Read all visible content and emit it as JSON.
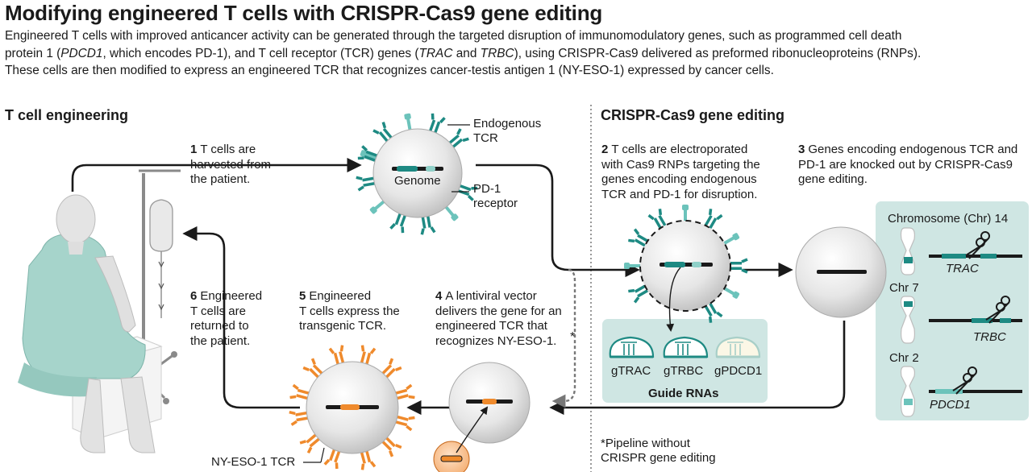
{
  "header": {
    "title": "Modifying engineered T cells with CRISPR-Cas9 gene editing",
    "intro_lines": [
      [
        "Engineered T cells with improved anticancer activity can be generated through the targeted disruption of immunomodulatory genes, such as programmed cell death"
      ],
      [
        "protein 1 (",
        "PDCD1",
        ", which encodes PD-1), and T cell receptor (TCR) genes (",
        "TRAC",
        " and ",
        "TRBC",
        "), using CRISPR-Cas9 delivered as preformed ribonucleoproteins (RNPs)."
      ],
      [
        "These cells are then modified to express an engineered TCR that recognizes cancer-testis antigen 1 (NY-ESO-1) expressed by cancer cells."
      ]
    ]
  },
  "sections": {
    "left": "T cell engineering",
    "right": "CRISPR-Cas9 gene editing"
  },
  "steps": {
    "s1": {
      "num": "1",
      "lines": [
        "T cells are",
        "harvested from",
        "the patient."
      ]
    },
    "s2": {
      "num": "2",
      "lines": [
        "T cells are electroporated",
        "with Cas9 RNPs targeting the",
        "genes encoding endogenous",
        "TCR and PD-1 for disruption."
      ]
    },
    "s3": {
      "num": "3",
      "lines": [
        "Genes encoding endogenous TCR and",
        "PD-1 are knocked out by CRISPR-Cas9",
        "gene editing."
      ]
    },
    "s4": {
      "num": "4",
      "lines": [
        "A lentiviral vector",
        "delivers the gene for an",
        "engineered TCR that",
        "recognizes NY-ESO-1."
      ]
    },
    "s5": {
      "num": "5",
      "lines": [
        "Engineered",
        "T cells express the",
        "transgenic TCR."
      ]
    },
    "s6": {
      "num": "6",
      "lines": [
        "Engineered",
        "T cells are",
        "returned to",
        "the patient."
      ]
    }
  },
  "labels": {
    "endogenous_tcr": [
      "Endogenous",
      "TCR"
    ],
    "pd1_receptor": [
      "PD-1",
      "receptor"
    ],
    "genome": "Genome",
    "ny_eso_tcr": "NY-ESO-1 TCR",
    "asterisk": "*",
    "footnote": [
      "*Pipeline without",
      " CRISPR gene editing"
    ]
  },
  "guides": {
    "items": [
      "gTRAC",
      "gTRBC",
      "gPDCD1"
    ],
    "title": "Guide RNAs"
  },
  "chromosomes": [
    {
      "name": "Chromosome (Chr) 14",
      "gene": "TRAC"
    },
    {
      "name": "Chr 7",
      "gene": "TRBC"
    },
    {
      "name": "Chr 2",
      "gene": "PDCD1"
    }
  ],
  "colors": {
    "teal": "#1e8a83",
    "light_teal": "#6cc3bb",
    "orange": "#ef8a2c",
    "panel": "#cfe6e3",
    "gown": "#a6d4cb"
  }
}
